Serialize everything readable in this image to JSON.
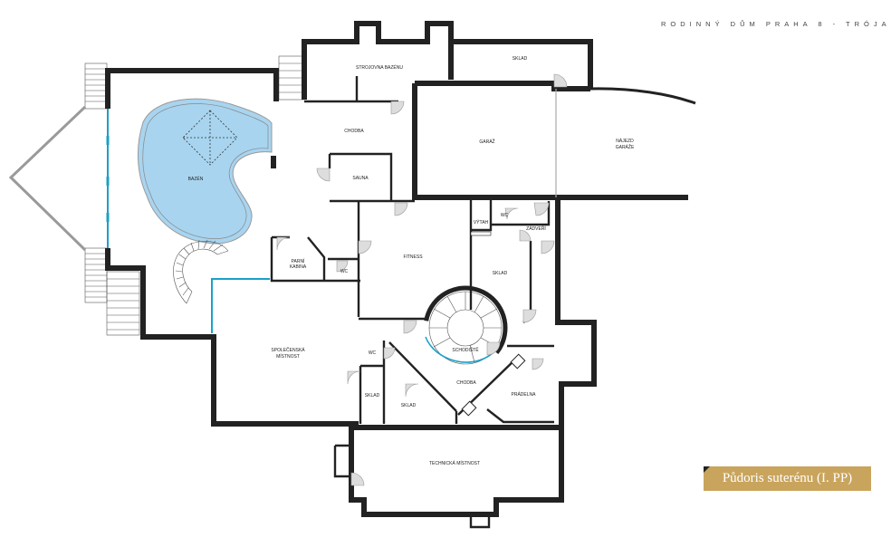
{
  "header": {
    "project_title": "RODINNÝ DŮM PRAHA 8 - TRÓJA"
  },
  "legend_badge": {
    "label": "Půdoris suterénu (I. PP)"
  },
  "rooms": {
    "strojovna": "STROJOVNA BAZÉNU",
    "sklad_top": "SKLAD",
    "chodba_top": "CHODBA",
    "garaz": "GARÁŽ",
    "najezd_line1": "NÁJEZD",
    "najezd_line2": "GARÁŽE",
    "bazen": "BAZÉN",
    "sauna": "SAUNA",
    "vytah": "VÝTAH",
    "wc_right": "WC",
    "zadveri": "ZÁDVEŘÍ",
    "parni_line1": "PARNÍ",
    "parni_line2": "KABINA",
    "wc_mid": "WC",
    "fitness": "FITNESS",
    "sklad_right": "SKLAD",
    "schodiste": "SCHODIŠTĚ",
    "spolecenska_line1": "SPOLEČENSKÁ",
    "spolecenska_line2": "MÍSTNOST",
    "wc_low": "WC",
    "chodba_low": "CHODBA",
    "pradelna": "PRÁDELNA",
    "sklad_low1": "SKLAD",
    "sklad_low2": "SKLAD",
    "technicka": "TECHNICKÁ MÍSTNOST"
  },
  "colors": {
    "wall": "#222222",
    "water": "#a8d4ef",
    "glass": "#1aa0c8",
    "accent": "#c9a45c",
    "stair_line": "#555555"
  }
}
